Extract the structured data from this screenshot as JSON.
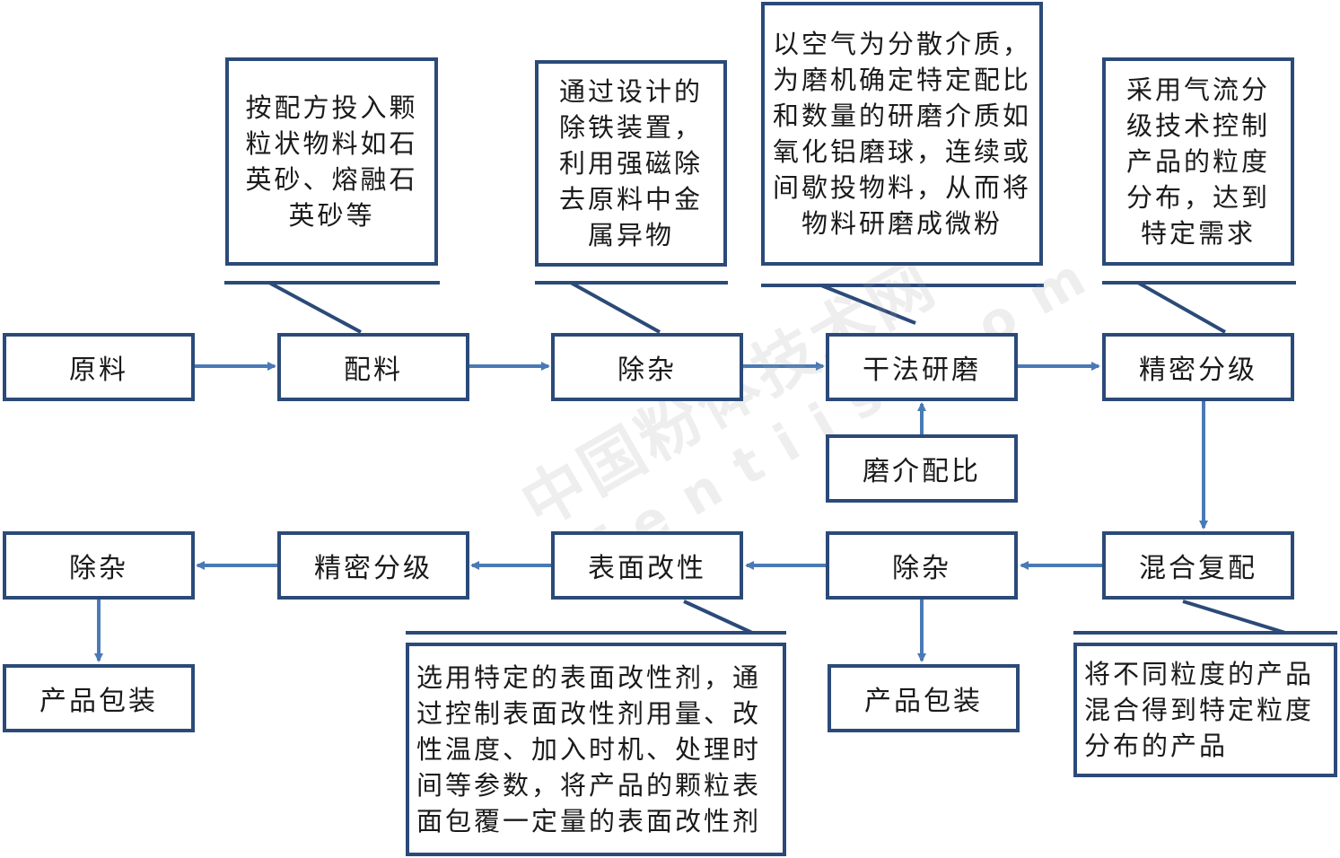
{
  "colors": {
    "border": "#2b4a78",
    "arrow": "#4a7ab5",
    "connector": "#2b4a78"
  },
  "steps": {
    "raw": "原料",
    "batching": "配料",
    "deiron1": "除杂",
    "dry_grinding": "干法研磨",
    "classify1": "精密分级",
    "media_ratio": "磨介配比",
    "blending": "混合复配",
    "deiron2": "除杂",
    "surface_mod": "表面改性",
    "classify2": "精密分级",
    "deiron3": "除杂",
    "pack1": "产品包装",
    "pack2": "产品包装"
  },
  "notes": {
    "batching": "按配方投入颗粒状物料如石英砂、熔融石英砂等",
    "deiron": "通过设计的除铁装置，利用强磁除去原料中金属异物",
    "grinding": "以空气为分散介质，为磨机确定特定配比和数量的研磨介质如氧化铝磨球，连续或间歇投物料，从而将物料研磨成微粉",
    "classify": "采用气流分级技术控制产品的粒度分布，达到特定需求",
    "blending": "将不同粒度的产品混合得到特定粒度分布的产品",
    "surface": "选用特定的表面改性剂，通过控制表面改性剂用量、改性温度、加入时机、处理时间等参数，将产品的颗粒表面包覆一定量的表面改性剂"
  },
  "watermark": {
    "cn": "中国粉体技术网",
    "en": "fentijs.com"
  }
}
